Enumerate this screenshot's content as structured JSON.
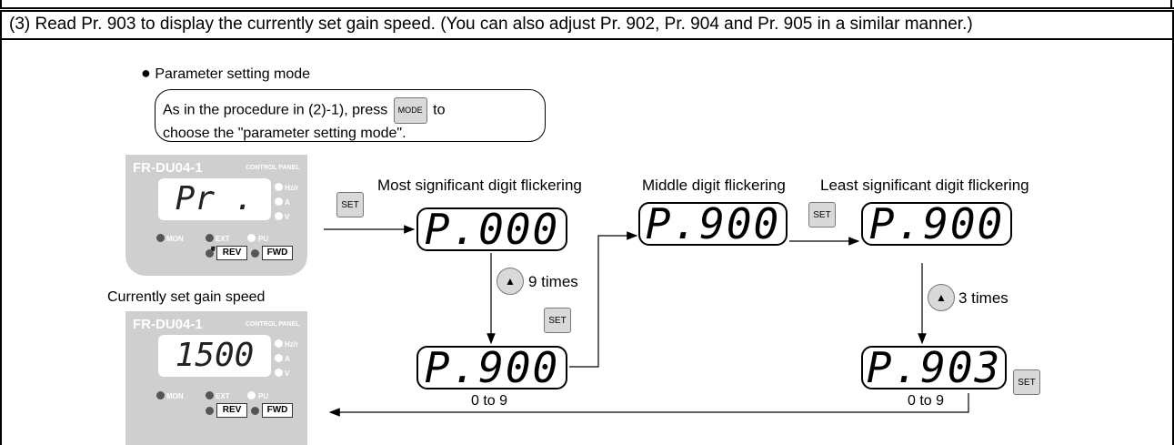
{
  "header": {
    "instruction": "(3) Read Pr. 903 to display the currently set gain speed. (You can also adjust Pr. 902, Pr. 904 and Pr. 905 in a similar manner.)"
  },
  "mode": {
    "bullet_label": "Parameter setting mode",
    "callout_before": "As in the procedure in (2)-1), press",
    "mode_key": "MODE",
    "callout_after": "to",
    "callout_line2": "choose the \"parameter setting mode\"."
  },
  "panel": {
    "model": "FR-DU04-1",
    "subtitle": "CONTROL PANEL",
    "led_hz": "Hz/r",
    "led_a": "A",
    "led_v": "V",
    "mon": "MON",
    "ext": "EXT",
    "pu": "PU",
    "rev": "REV",
    "fwd": "FWD"
  },
  "panel1": {
    "display": "Pr . ."
  },
  "panel2": {
    "caption": "Currently set gain speed",
    "display": "1500"
  },
  "steps": {
    "set_key": "SET",
    "most_label": "Most significant digit flickering",
    "middle_label": "Middle digit flickering",
    "least_label": "Least significant digit flickering",
    "disp_p000": "P.000",
    "disp_p900_a": "P.900",
    "disp_p900_b": "P.900",
    "disp_p900_c": "P.900",
    "disp_p903": "P.903",
    "nine_times": "9 times",
    "three_times": "3 times",
    "range_left": "0 to 9",
    "range_right": "0 to 9",
    "up_glyph": "▲"
  }
}
